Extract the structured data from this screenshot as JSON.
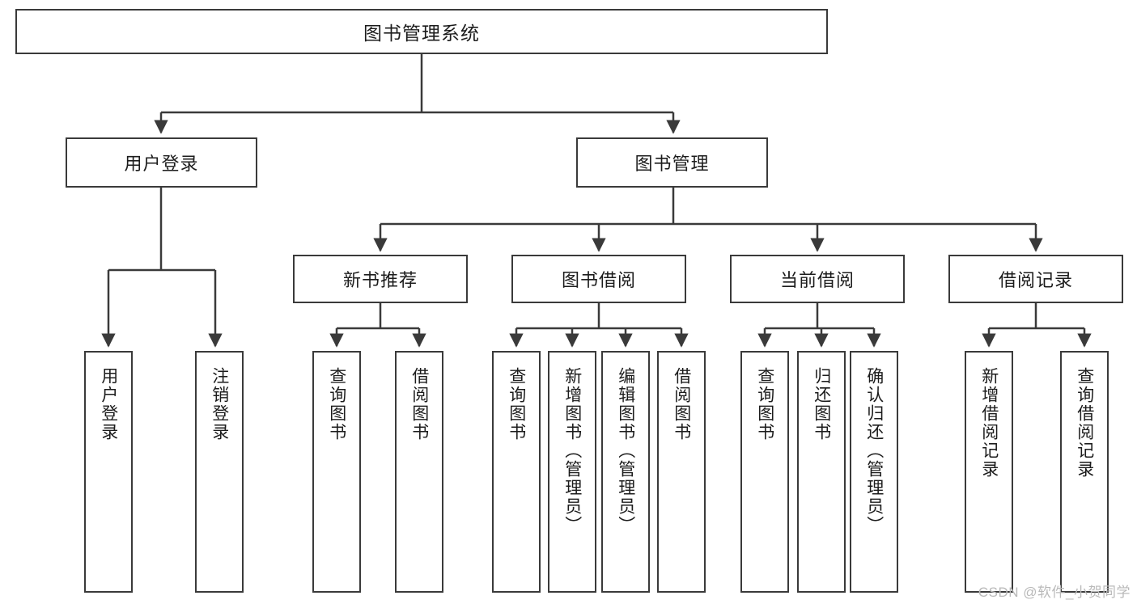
{
  "diagram": {
    "type": "tree",
    "title": "图书管理系统",
    "watermark": "CSDN @软件_小贺同学",
    "colors": {
      "box_border": "#3a3a3a",
      "box_fill": "#ffffff",
      "line": "#3a3a3a",
      "text": "#1c1c1c",
      "watermark": "#b9b9b9",
      "background": "#ffffff"
    },
    "nodes": {
      "root": {
        "label": "图书管理系统"
      },
      "level2": [
        {
          "id": "user-login",
          "label": "用户登录"
        },
        {
          "id": "book-manage",
          "label": "图书管理"
        }
      ],
      "level3": [
        {
          "id": "new-book-recommend",
          "label": "新书推荐"
        },
        {
          "id": "book-borrow",
          "label": "图书借阅"
        },
        {
          "id": "current-borrow",
          "label": "当前借阅"
        },
        {
          "id": "borrow-record",
          "label": "借阅记录"
        }
      ],
      "leaves": {
        "user-login": [
          {
            "id": "leaf-user-login",
            "label": "用户登录"
          },
          {
            "id": "leaf-user-logout",
            "label": "注销登录"
          }
        ],
        "new-book-recommend": [
          {
            "id": "leaf-query-book-1",
            "label": "查询图书"
          },
          {
            "id": "leaf-borrow-book-1",
            "label": "借阅图书"
          }
        ],
        "book-borrow": [
          {
            "id": "leaf-query-book-2",
            "label": "查询图书"
          },
          {
            "id": "leaf-add-book",
            "label": "新增图书（管理员）"
          },
          {
            "id": "leaf-edit-book",
            "label": "编辑图书（管理员）"
          },
          {
            "id": "leaf-borrow-book-2",
            "label": "借阅图书"
          }
        ],
        "current-borrow": [
          {
            "id": "leaf-query-book-3",
            "label": "查询图书"
          },
          {
            "id": "leaf-return-book",
            "label": "归还图书"
          },
          {
            "id": "leaf-confirm-return",
            "label": "确认归还（管理员）"
          }
        ],
        "borrow-record": [
          {
            "id": "leaf-add-record",
            "label": "新增借阅记录"
          },
          {
            "id": "leaf-query-record",
            "label": "查询借阅记录"
          }
        ]
      }
    }
  }
}
